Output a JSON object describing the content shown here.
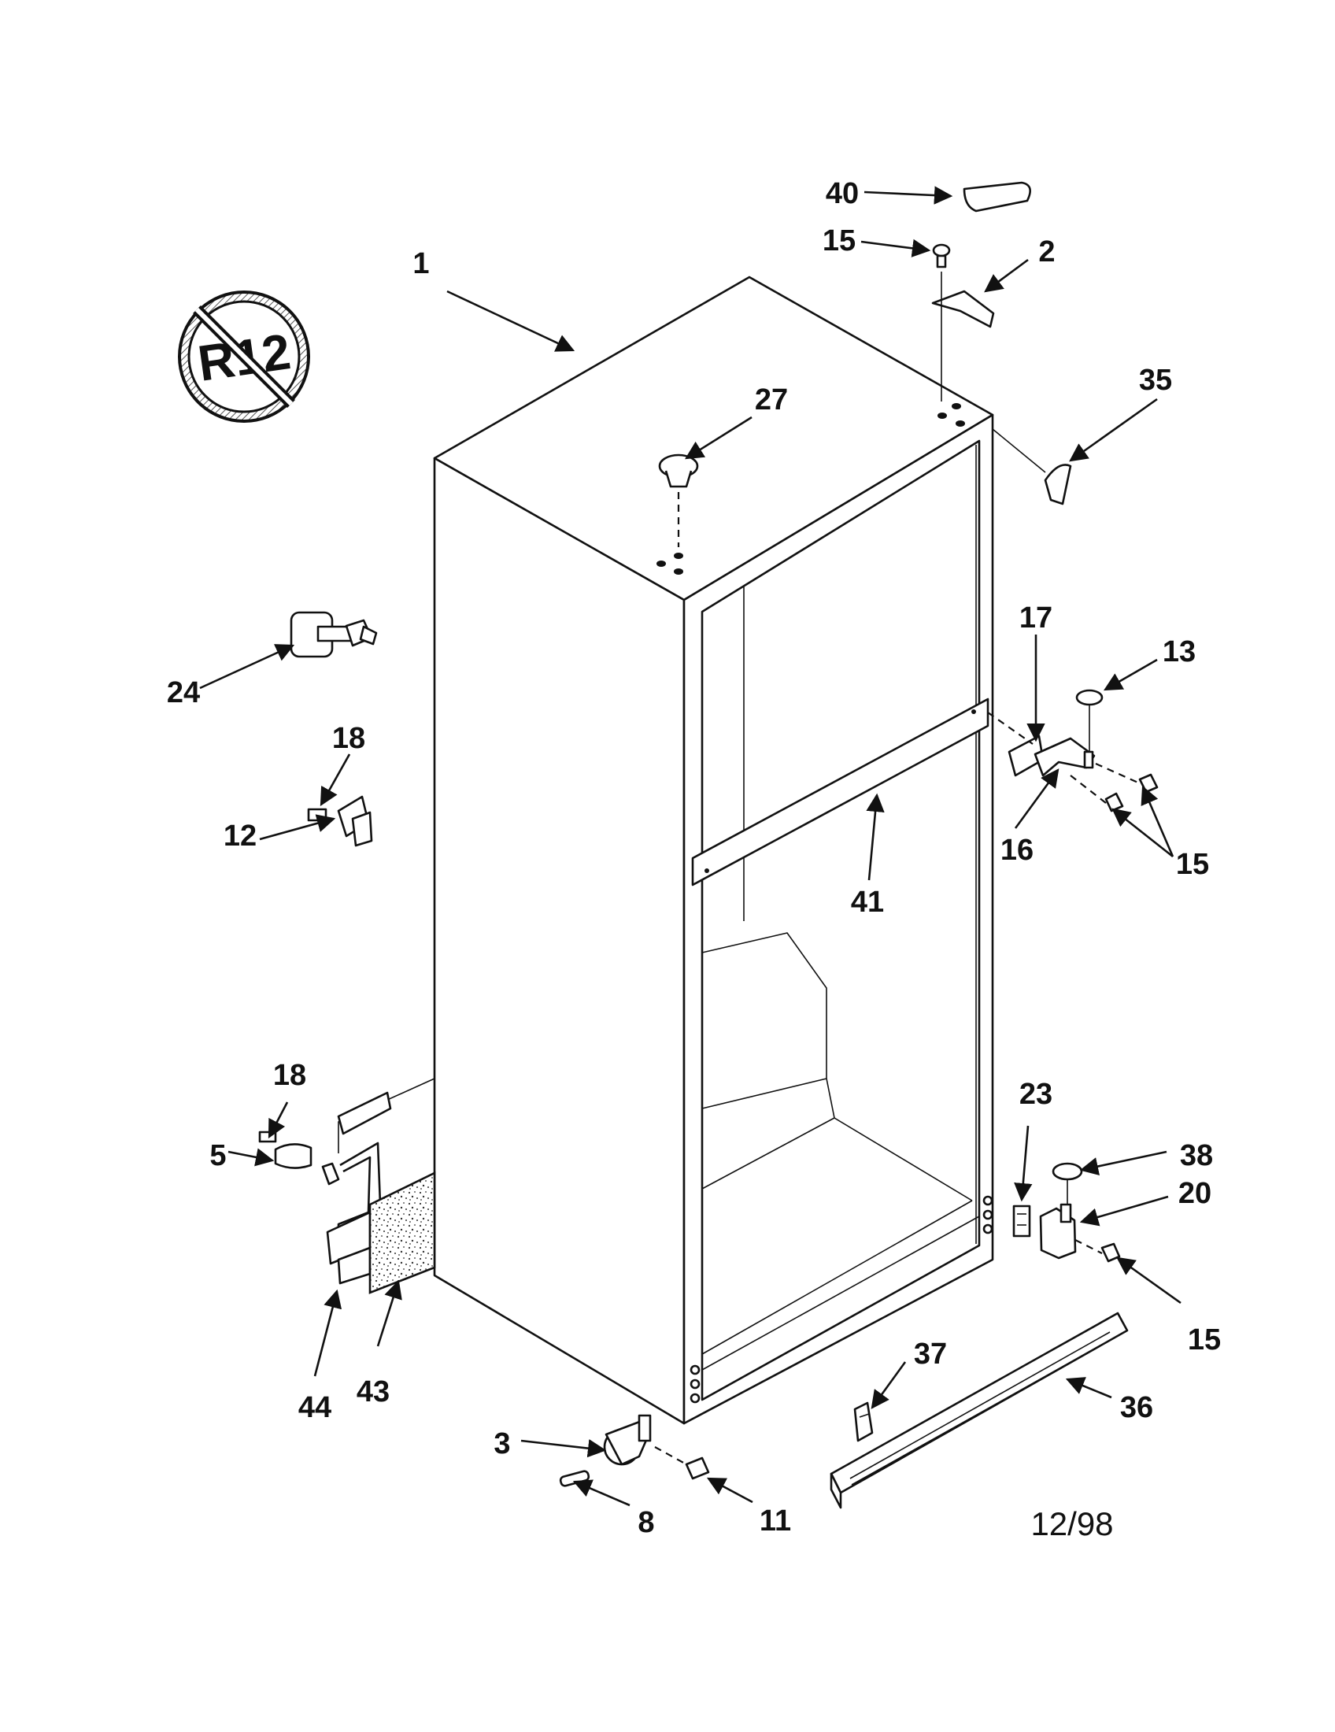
{
  "callouts": {
    "c1": "1",
    "c2": "2",
    "c3": "3",
    "c5": "5",
    "c8": "8",
    "c11": "11",
    "c12": "12",
    "c13": "13",
    "c15a": "15",
    "c15b": "15",
    "c15c": "15",
    "c16": "16",
    "c17": "17",
    "c18a": "18",
    "c18b": "18",
    "c20": "20",
    "c23": "23",
    "c24": "24",
    "c27": "27",
    "c35": "35",
    "c36": "36",
    "c37": "37",
    "c38": "38",
    "c40": "40",
    "c41": "41",
    "c43": "43",
    "c44": "44"
  },
  "date_code": "12/98",
  "r12_symbol": {
    "text": "R12"
  }
}
